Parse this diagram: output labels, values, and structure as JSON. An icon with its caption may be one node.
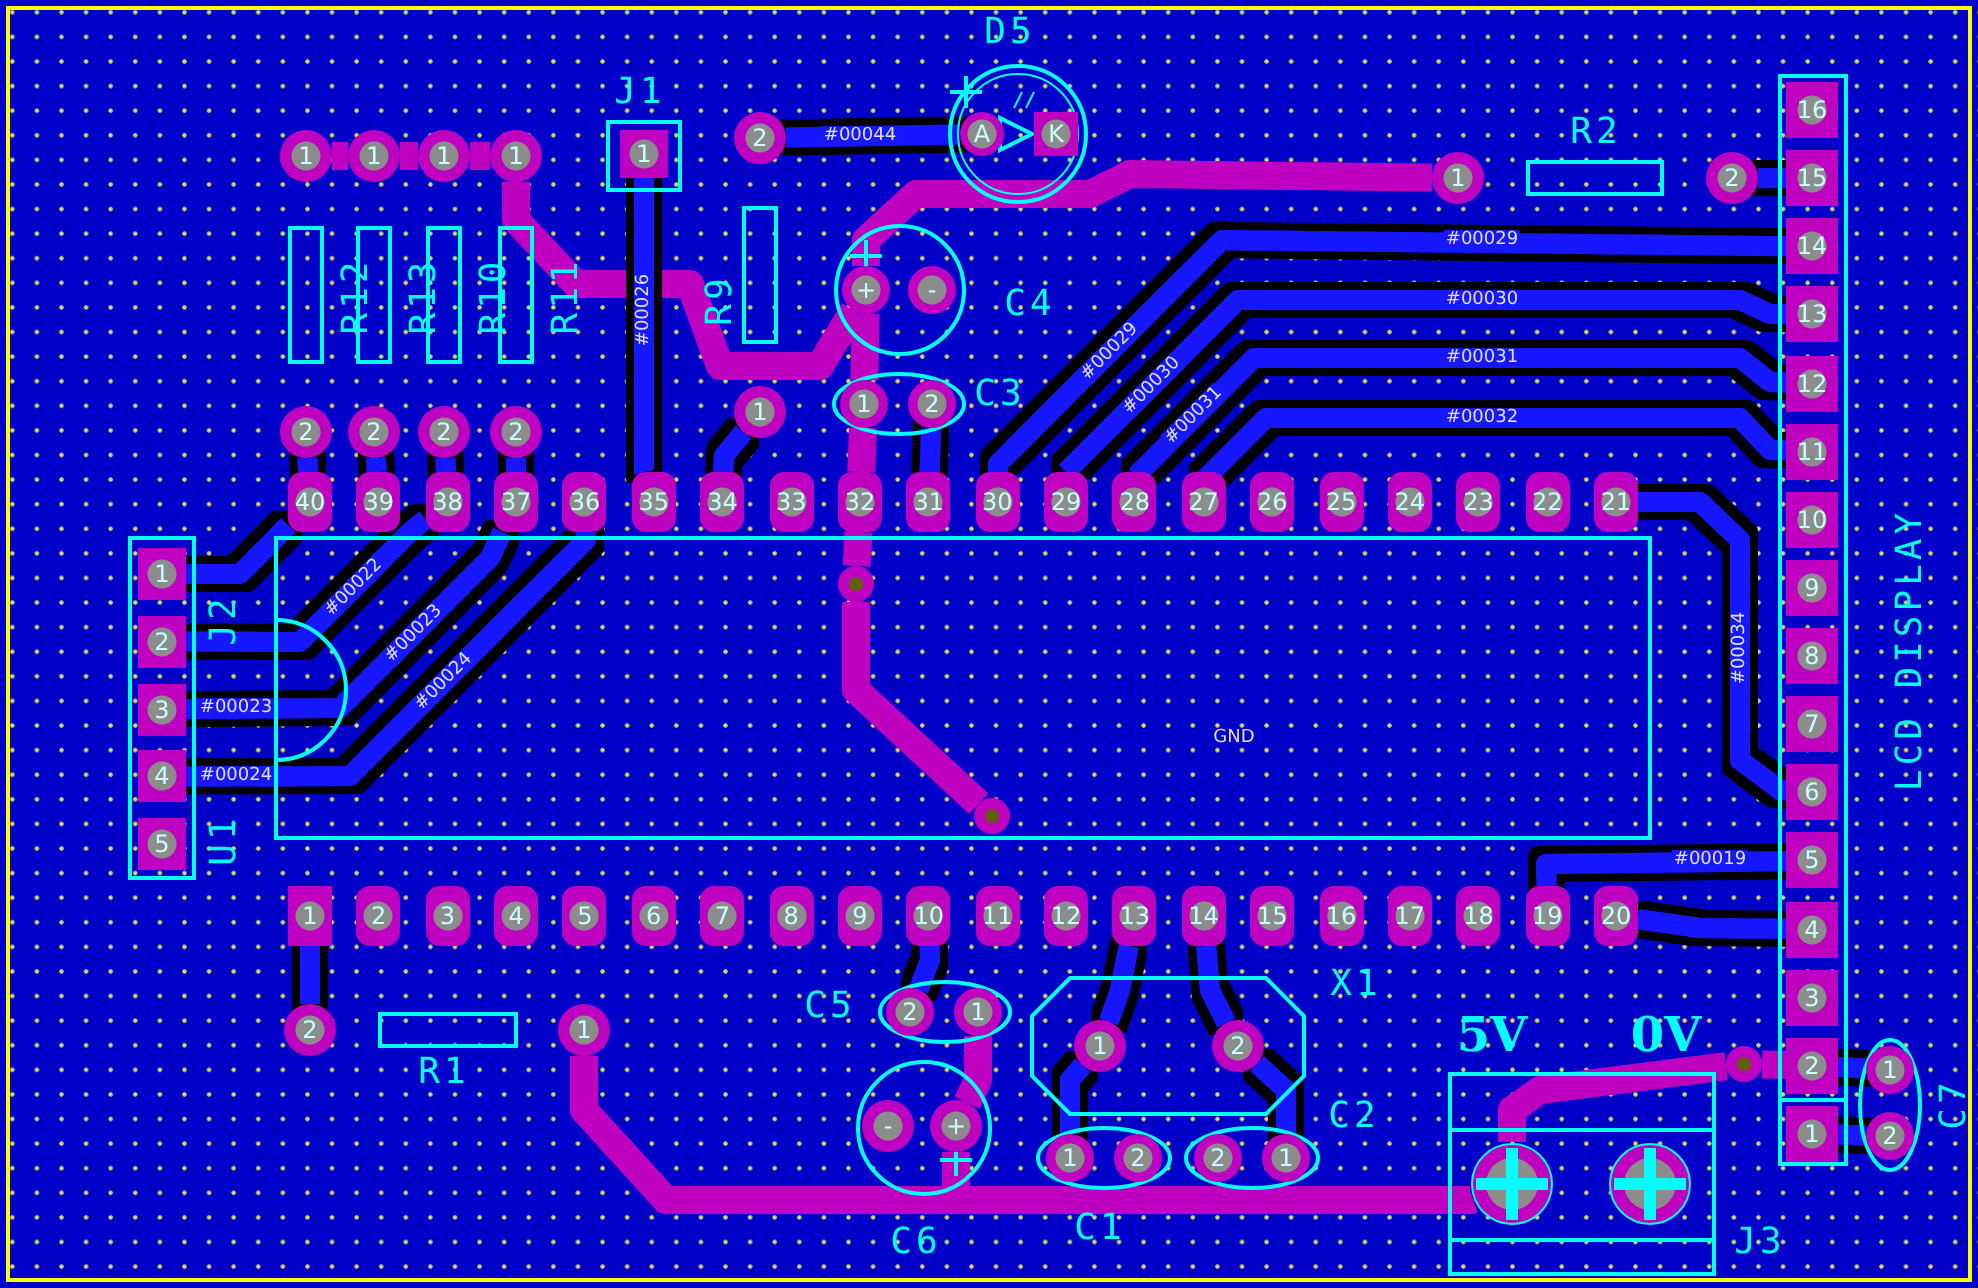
{
  "diagram": {
    "nodes": [
      {
        "text": [
          "R12"
        ]
      },
      {
        "text": [
          "1"
        ]
      },
      {
        "text": [
          "2"
        ]
      },
      {
        "text": [
          "R13"
        ]
      },
      {
        "text": [
          "1"
        ]
      },
      {
        "text": [
          "2"
        ]
      },
      {
        "text": [
          "R10"
        ]
      },
      {
        "text": [
          "1"
        ]
      },
      {
        "text": [
          "2"
        ]
      },
      {
        "text": [
          "R11"
        ]
      },
      {
        "text": [
          "1"
        ]
      },
      {
        "text": [
          "2"
        ]
      },
      {
        "text": [
          "J1"
        ]
      },
      {
        "text": [
          "1"
        ],
        "in": 12
      },
      {
        "text": [
          "R9"
        ]
      },
      {
        "text": [
          "2"
        ]
      },
      {
        "text": [
          "1"
        ]
      },
      {
        "text": [
          "D5"
        ]
      },
      {
        "text": [
          "A"
        ],
        "in": 17
      },
      {
        "text": [
          "K"
        ],
        "in": 17
      },
      {
        "text": [
          "C4"
        ]
      },
      {
        "text": [
          "+"
        ],
        "in": 20
      },
      {
        "text": [
          "-"
        ],
        "in": 20
      },
      {
        "text": [
          "C3"
        ]
      },
      {
        "text": [
          "1"
        ],
        "in": 23
      },
      {
        "text": [
          "2"
        ],
        "in": 23
      },
      {
        "text": [
          "R2"
        ]
      },
      {
        "text": [
          "1"
        ]
      },
      {
        "text": [
          "2"
        ]
      },
      {
        "text": [
          "LCD DISPLAY"
        ]
      },
      {
        "text": [
          "16"
        ],
        "in": 29
      },
      {
        "text": [
          "15"
        ],
        "in": 29
      },
      {
        "text": [
          "14"
        ],
        "in": 29
      },
      {
        "text": [
          "13"
        ],
        "in": 29
      },
      {
        "text": [
          "12"
        ],
        "in": 29
      },
      {
        "text": [
          "11"
        ],
        "in": 29
      },
      {
        "text": [
          "10"
        ],
        "in": 29
      },
      {
        "text": [
          "9"
        ],
        "in": 29
      },
      {
        "text": [
          "8"
        ],
        "in": 29
      },
      {
        "text": [
          "7"
        ],
        "in": 29
      },
      {
        "text": [
          "6"
        ],
        "in": 29
      },
      {
        "text": [
          "5"
        ],
        "in": 29
      },
      {
        "text": [
          "4"
        ],
        "in": 29
      },
      {
        "text": [
          "3"
        ],
        "in": 29
      },
      {
        "text": [
          "2"
        ],
        "in": 29
      },
      {
        "text": [
          "1"
        ],
        "in": 29
      },
      {
        "text": [
          "J2"
        ]
      },
      {
        "text": [
          "1"
        ],
        "in": 46
      },
      {
        "text": [
          "2"
        ],
        "in": 46
      },
      {
        "text": [
          "3"
        ],
        "in": 46
      },
      {
        "text": [
          "4"
        ],
        "in": 46
      },
      {
        "text": [
          "5"
        ],
        "in": 46
      },
      {
        "text": [
          "U1"
        ]
      },
      {
        "text": [
          "40"
        ]
      },
      {
        "text": [
          "39"
        ]
      },
      {
        "text": [
          "38"
        ]
      },
      {
        "text": [
          "37"
        ]
      },
      {
        "text": [
          "36"
        ]
      },
      {
        "text": [
          "35"
        ]
      },
      {
        "text": [
          "34"
        ]
      },
      {
        "text": [
          "33"
        ]
      },
      {
        "text": [
          "32"
        ]
      },
      {
        "text": [
          "31"
        ]
      },
      {
        "text": [
          "30"
        ]
      },
      {
        "text": [
          "29"
        ]
      },
      {
        "text": [
          "28"
        ]
      },
      {
        "text": [
          "27"
        ]
      },
      {
        "text": [
          "26"
        ]
      },
      {
        "text": [
          "25"
        ]
      },
      {
        "text": [
          "24"
        ]
      },
      {
        "text": [
          "23"
        ]
      },
      {
        "text": [
          "22"
        ]
      },
      {
        "text": [
          "21"
        ]
      },
      {
        "text": [
          "1"
        ]
      },
      {
        "text": [
          "2"
        ]
      },
      {
        "text": [
          "3"
        ]
      },
      {
        "text": [
          "4"
        ]
      },
      {
        "text": [
          "5"
        ]
      },
      {
        "text": [
          "6"
        ]
      },
      {
        "text": [
          "7"
        ]
      },
      {
        "text": [
          "8"
        ]
      },
      {
        "text": [
          "9"
        ]
      },
      {
        "text": [
          "10"
        ]
      },
      {
        "text": [
          "11"
        ]
      },
      {
        "text": [
          "12"
        ]
      },
      {
        "text": [
          "13"
        ]
      },
      {
        "text": [
          "14"
        ]
      },
      {
        "text": [
          "15"
        ]
      },
      {
        "text": [
          "16"
        ]
      },
      {
        "text": [
          "17"
        ]
      },
      {
        "text": [
          "18"
        ]
      },
      {
        "text": [
          "19"
        ]
      },
      {
        "text": [
          "20"
        ]
      },
      {
        "text": [
          "R1"
        ]
      },
      {
        "text": [
          "2"
        ]
      },
      {
        "text": [
          "1"
        ]
      },
      {
        "text": [
          "C5"
        ]
      },
      {
        "text": [
          "2"
        ],
        "in": 96
      },
      {
        "text": [
          "1"
        ],
        "in": 96
      },
      {
        "text": [
          "X1"
        ]
      },
      {
        "text": [
          "1"
        ],
        "in": 99
      },
      {
        "text": [
          "2"
        ],
        "in": 99
      },
      {
        "text": [
          "C6"
        ]
      },
      {
        "text": [
          "-"
        ],
        "in": 102
      },
      {
        "text": [
          "+"
        ],
        "in": 102
      },
      {
        "text": [
          "C1"
        ]
      },
      {
        "text": [
          "1"
        ],
        "in": 105
      },
      {
        "text": [
          "2"
        ],
        "in": 105
      },
      {
        "text": [
          "C2"
        ]
      },
      {
        "text": [
          "2"
        ],
        "in": 108
      },
      {
        "text": [
          "1"
        ],
        "in": 108
      },
      {
        "text": [
          "J3"
        ]
      },
      {
        "text": [],
        "shape": "circle",
        "in": 111
      },
      {
        "text": [],
        "shape": "circle",
        "in": 111
      },
      {
        "text": [
          "C7"
        ]
      },
      {
        "text": [
          "1"
        ],
        "in": 114
      },
      {
        "text": [
          "2"
        ],
        "in": 114
      },
      {
        "text": [],
        "shape": "circle",
        "in": 52
      },
      {
        "text": [],
        "shape": "circle",
        "in": 52
      },
      {
        "text": [],
        "shape": "circle"
      }
    ],
    "edges": [
      {
        "from": 1,
        "to": 4,
        "arrow": "none",
        "color": "#c000c0"
      },
      {
        "from": 4,
        "to": 7,
        "arrow": "none",
        "color": "#c000c0"
      },
      {
        "from": 7,
        "to": 10,
        "arrow": "none",
        "color": "#c000c0"
      },
      {
        "from": 10,
        "to": 21,
        "arrow": "none",
        "color": "#c000c0"
      },
      {
        "from": 21,
        "to": 24,
        "arrow": "none",
        "color": "#c000c0"
      },
      {
        "from": 24,
        "to": 61,
        "arrow": "none",
        "color": "#c000c0"
      },
      {
        "from": 61,
        "to": 117,
        "arrow": "none",
        "color": "#c000c0"
      },
      {
        "from": 117,
        "to": 118,
        "arrow": "none",
        "color": "#c000c0"
      },
      {
        "from": 21,
        "to": 27,
        "arrow": "none",
        "color": "#c000c0"
      },
      {
        "from": 95,
        "to": 112,
        "arrow": "none",
        "color": "#c000c0"
      },
      {
        "from": 104,
        "to": 112,
        "arrow": "none",
        "color": "#c000c0"
      },
      {
        "from": 104,
        "to": 98,
        "arrow": "none",
        "color": "#c000c0"
      },
      {
        "from": 112,
        "to": 119,
        "arrow": "none",
        "color": "#c000c0"
      },
      {
        "from": 119,
        "to": 44,
        "arrow": "none",
        "color": "#c000c0"
      },
      {
        "from": 2,
        "to": 53,
        "arrow": "none"
      },
      {
        "from": 5,
        "to": 54,
        "arrow": "none"
      },
      {
        "from": 8,
        "to": 55,
        "arrow": "none"
      },
      {
        "from": 11,
        "to": 56,
        "arrow": "none"
      },
      {
        "from": 13,
        "to": 58,
        "arrow": "none"
      },
      {
        "from": 16,
        "to": 59,
        "arrow": "none"
      },
      {
        "from": 15,
        "to": 18,
        "arrow": "none"
      },
      {
        "from": 63,
        "to": 32,
        "arrow": "none"
      },
      {
        "from": 64,
        "to": 33,
        "arrow": "none"
      },
      {
        "from": 65,
        "to": 34,
        "arrow": "none"
      },
      {
        "from": 66,
        "to": 35,
        "arrow": "none"
      },
      {
        "from": 72,
        "to": 40,
        "arrow": "none"
      },
      {
        "from": 92,
        "to": 42,
        "arrow": "none"
      },
      {
        "from": 91,
        "to": 41,
        "arrow": "none"
      },
      {
        "from": 47,
        "to": 53,
        "arrow": "none"
      },
      {
        "from": 48,
        "to": 55,
        "arrow": "none"
      },
      {
        "from": 49,
        "to": 56,
        "arrow": "none"
      },
      {
        "from": 50,
        "to": 57,
        "arrow": "none"
      },
      {
        "from": 100,
        "to": 85,
        "arrow": "none"
      },
      {
        "from": 101,
        "to": 86,
        "arrow": "none"
      },
      {
        "from": 106,
        "to": 100,
        "arrow": "none"
      },
      {
        "from": 110,
        "to": 101,
        "arrow": "none"
      },
      {
        "from": 94,
        "to": 73,
        "arrow": "none"
      },
      {
        "from": 28,
        "to": 31,
        "arrow": "none"
      },
      {
        "from": 116,
        "to": 45,
        "arrow": "none"
      },
      {
        "from": 115,
        "to": 44,
        "arrow": "none"
      },
      {
        "from": 97,
        "to": 82,
        "arrow": "none"
      },
      {
        "from": 25,
        "to": 62,
        "arrow": "none"
      }
    ],
    "labels": [
      "#00044",
      "#00029",
      "#00026",
      "#00030",
      "#00029",
      "#00031",
      "#00030",
      "#00031",
      "#00032",
      "#00022",
      "#00023",
      "#00024",
      "#00034",
      "#00023",
      "GND",
      "#00024",
      "#00019",
      "5V",
      "0V"
    ]
  }
}
